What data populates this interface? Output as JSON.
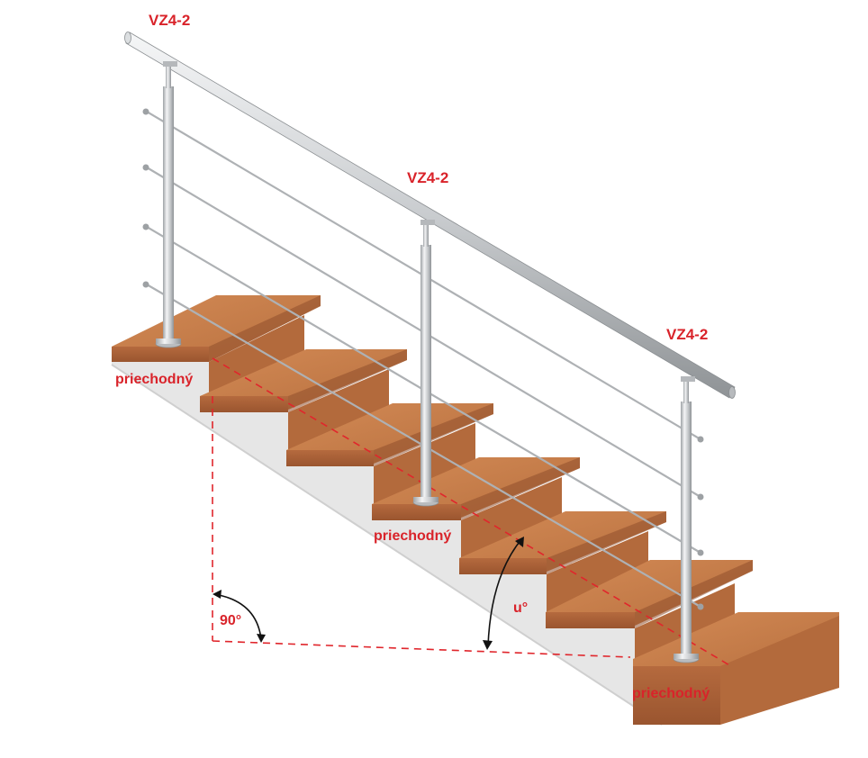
{
  "labels": {
    "post_top": "VZ4-2",
    "post_middle": "VZ4-2",
    "post_bottom": "VZ4-2",
    "passthrough_top": "priechodný",
    "passthrough_middle": "priechodný",
    "passthrough_bottom": "priechodný",
    "angle_right": "90°",
    "angle_incline": "u°"
  },
  "colors": {
    "annotation": "#d9232a",
    "wood_top": "#c9814f",
    "wood_front": "#a9623a",
    "concrete": "#e6e6e6",
    "steel": "#c7c9cc"
  }
}
